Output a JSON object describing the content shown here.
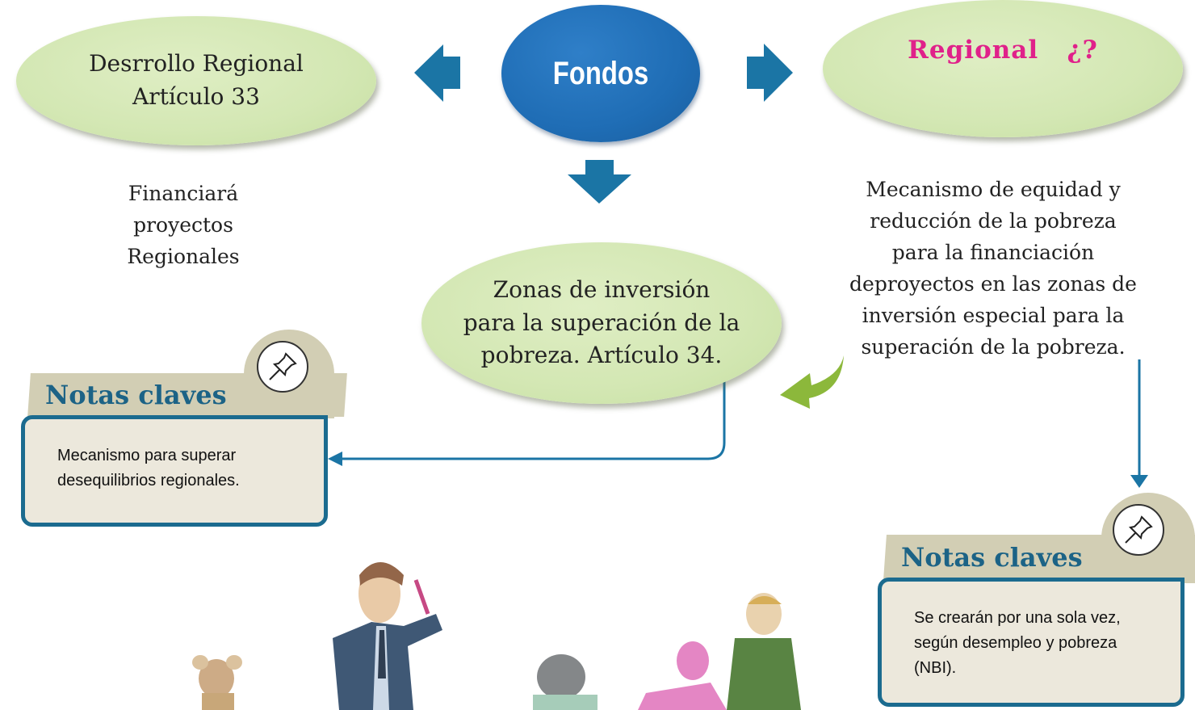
{
  "center": {
    "label": "Fondos"
  },
  "left_node": {
    "line1": "Desrrollo Regional",
    "line2": "Artículo 33"
  },
  "right_node": {
    "label": "Regional   ¿?"
  },
  "bottom_node": {
    "line1": "Zonas de inversión",
    "line2": "para la superación de la",
    "line3": "pobreza. Artículo 34."
  },
  "left_description": {
    "line1": "Financiará",
    "line2": "proyectos",
    "line3": "Regionales"
  },
  "right_description": {
    "line1": "Mecanismo de equidad y",
    "line2": "reducción de la pobreza",
    "line3": "para la financiación",
    "line4": "deproyectos en las zonas de",
    "line5": "inversión especial para la",
    "line6": "superación de la pobreza."
  },
  "note_left": {
    "title": "Notas claves",
    "line1": "Mecanismo para superar",
    "line2": "desequilibrios regionales."
  },
  "note_right": {
    "title": "Notas claves",
    "line1": "Se crearán por una sola vez,",
    "line2": "según desempleo y pobreza",
    "line3": "(NBI)."
  },
  "icons": [
    "arrow-left-icon",
    "arrow-right-icon",
    "arrow-down-icon",
    "curved-arrow-icon",
    "pushpin-icon"
  ],
  "colors": {
    "arrow_blue": "#1b75a5",
    "fondos_blue": "#1f6db5",
    "oval_green": "#d3e7b3",
    "regional_pink": "#e0218a",
    "note_border": "#1b6b8f",
    "curved_arrow_green": "#8cb83b"
  }
}
